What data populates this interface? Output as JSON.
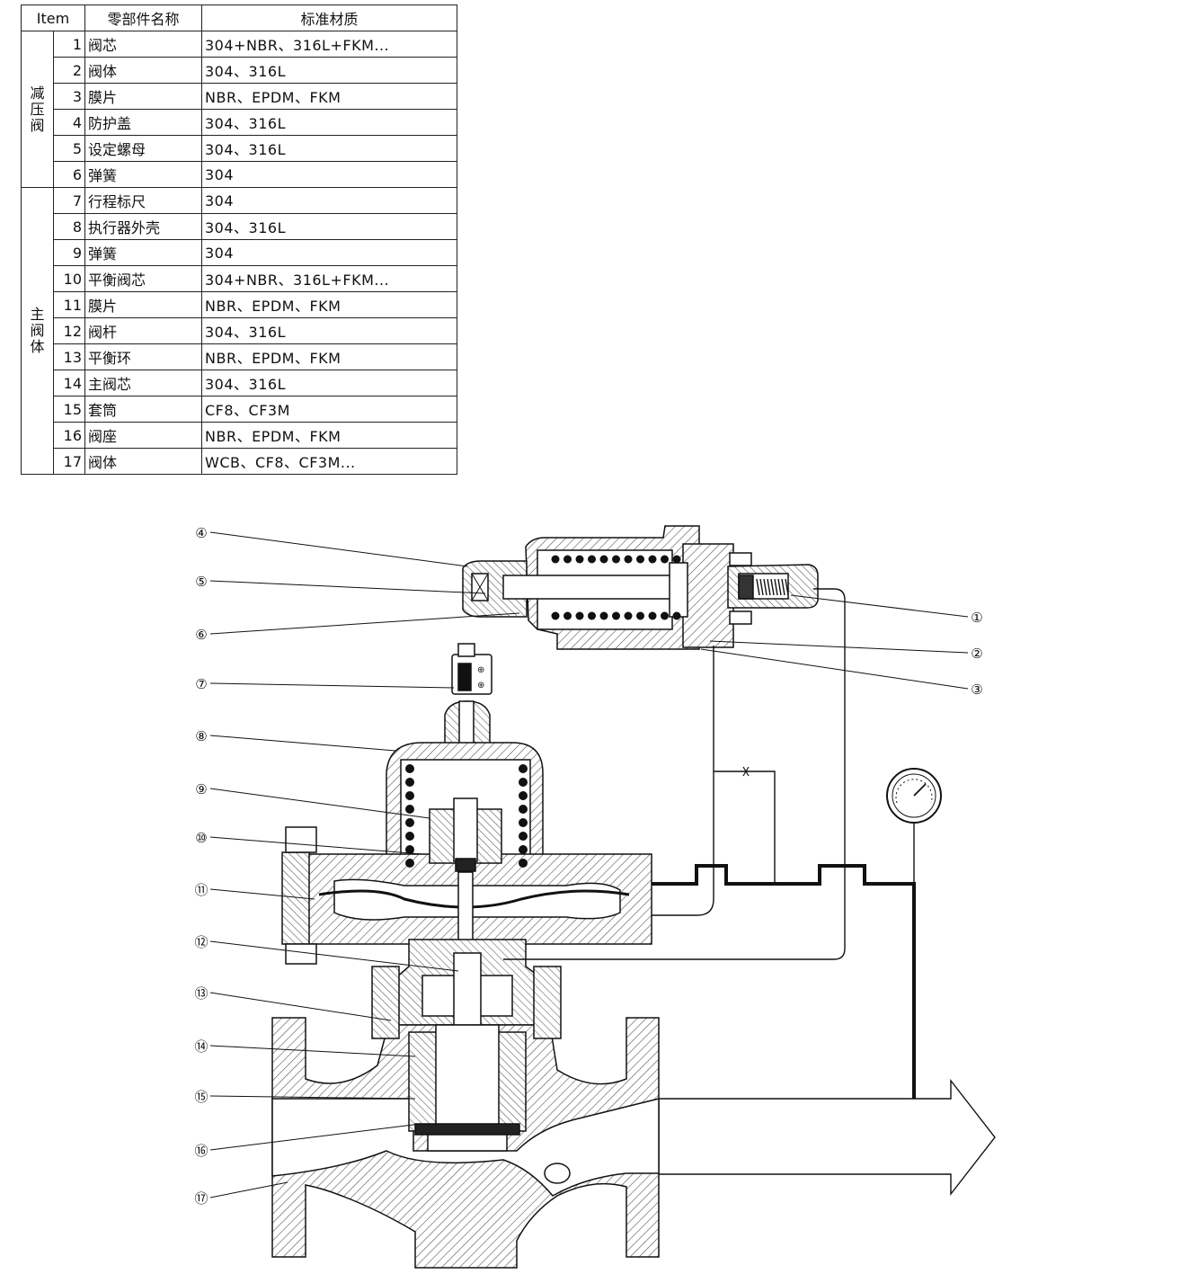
{
  "table": {
    "headers": [
      "Item",
      "零部件名称",
      "标准材质"
    ],
    "groups": [
      {
        "label": "减压阀",
        "rows": [
          {
            "no": "1",
            "name": "阀芯",
            "material": "304+NBR、316L+FKM..."
          },
          {
            "no": "2",
            "name": "阀体",
            "material": "304、316L"
          },
          {
            "no": "3",
            "name": "膜片",
            "material": "NBR、EPDM、FKM"
          },
          {
            "no": "4",
            "name": "防护盖",
            "material": "304、316L"
          },
          {
            "no": "5",
            "name": "设定螺母",
            "material": "304、316L"
          },
          {
            "no": "6",
            "name": "弹簧",
            "material": "304"
          }
        ]
      },
      {
        "label": "主阀体",
        "rows": [
          {
            "no": "7",
            "name": "行程标尺",
            "material": "304"
          },
          {
            "no": "8",
            "name": "执行器外壳",
            "material": "304、316L"
          },
          {
            "no": "9",
            "name": "弹簧",
            "material": "304"
          },
          {
            "no": "10",
            "name": "平衡阀芯",
            "material": "304+NBR、316L+FKM..."
          },
          {
            "no": "11",
            "name": "膜片",
            "material": "NBR、EPDM、FKM"
          },
          {
            "no": "12",
            "name": "阀杆",
            "material": "304、316L"
          },
          {
            "no": "13",
            "name": "平衡环",
            "material": "NBR、EPDM、FKM"
          },
          {
            "no": "14",
            "name": "主阀芯",
            "material": "304、316L"
          },
          {
            "no": "15",
            "name": "套筒",
            "material": "CF8、CF3M"
          },
          {
            "no": "16",
            "name": "阀座",
            "material": "NBR、EPDM、FKM"
          },
          {
            "no": "17",
            "name": "阀体",
            "material": "WCB、CF8、CF3M..."
          }
        ]
      }
    ]
  },
  "callouts": {
    "c1": "①",
    "c2": "②",
    "c3": "③",
    "c4": "④",
    "c5": "⑤",
    "c6": "⑥",
    "c7": "⑦",
    "c8": "⑧",
    "c9": "⑨",
    "c10": "⑩",
    "c11": "⑪",
    "c12": "⑫",
    "c13": "⑬",
    "c14": "⑭",
    "c15": "⑮",
    "c16": "⑯",
    "c17": "⑰"
  },
  "colors": {
    "line": "#111111",
    "hatch": "#555555",
    "background": "#ffffff"
  },
  "icons": [
    "pressure-gauge-icon",
    "flow-arrow-icon",
    "spring-icon",
    "bolt-icon"
  ]
}
